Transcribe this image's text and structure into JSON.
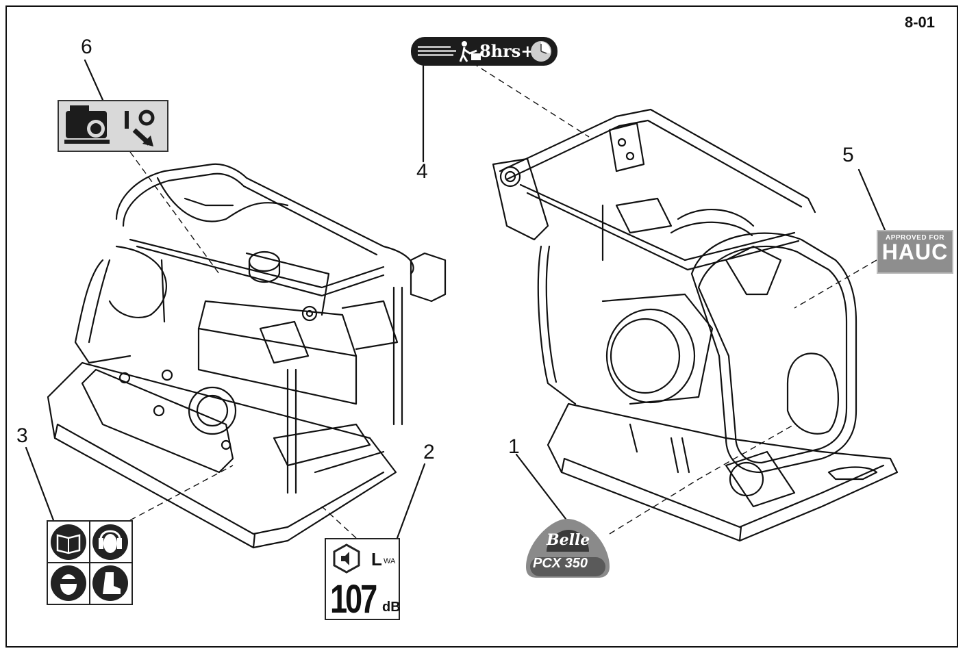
{
  "page_code": "8-01",
  "callouts": [
    "1",
    "2",
    "3",
    "4",
    "5",
    "6"
  ],
  "decal_2": {
    "symbol": "L",
    "subscript": "WA",
    "value": "107",
    "unit": "dB"
  },
  "decal_4": {
    "hours": "8hrs+"
  },
  "decal_5": {
    "line1": "APPROVED FOR",
    "line2": "HAUC"
  },
  "decal_1": {
    "brand": "Belle",
    "model": "PCX 350"
  },
  "colors": {
    "line": "#111111",
    "decal_dark": "#1c1c1c",
    "decal_grey": "#8e8e8e"
  }
}
